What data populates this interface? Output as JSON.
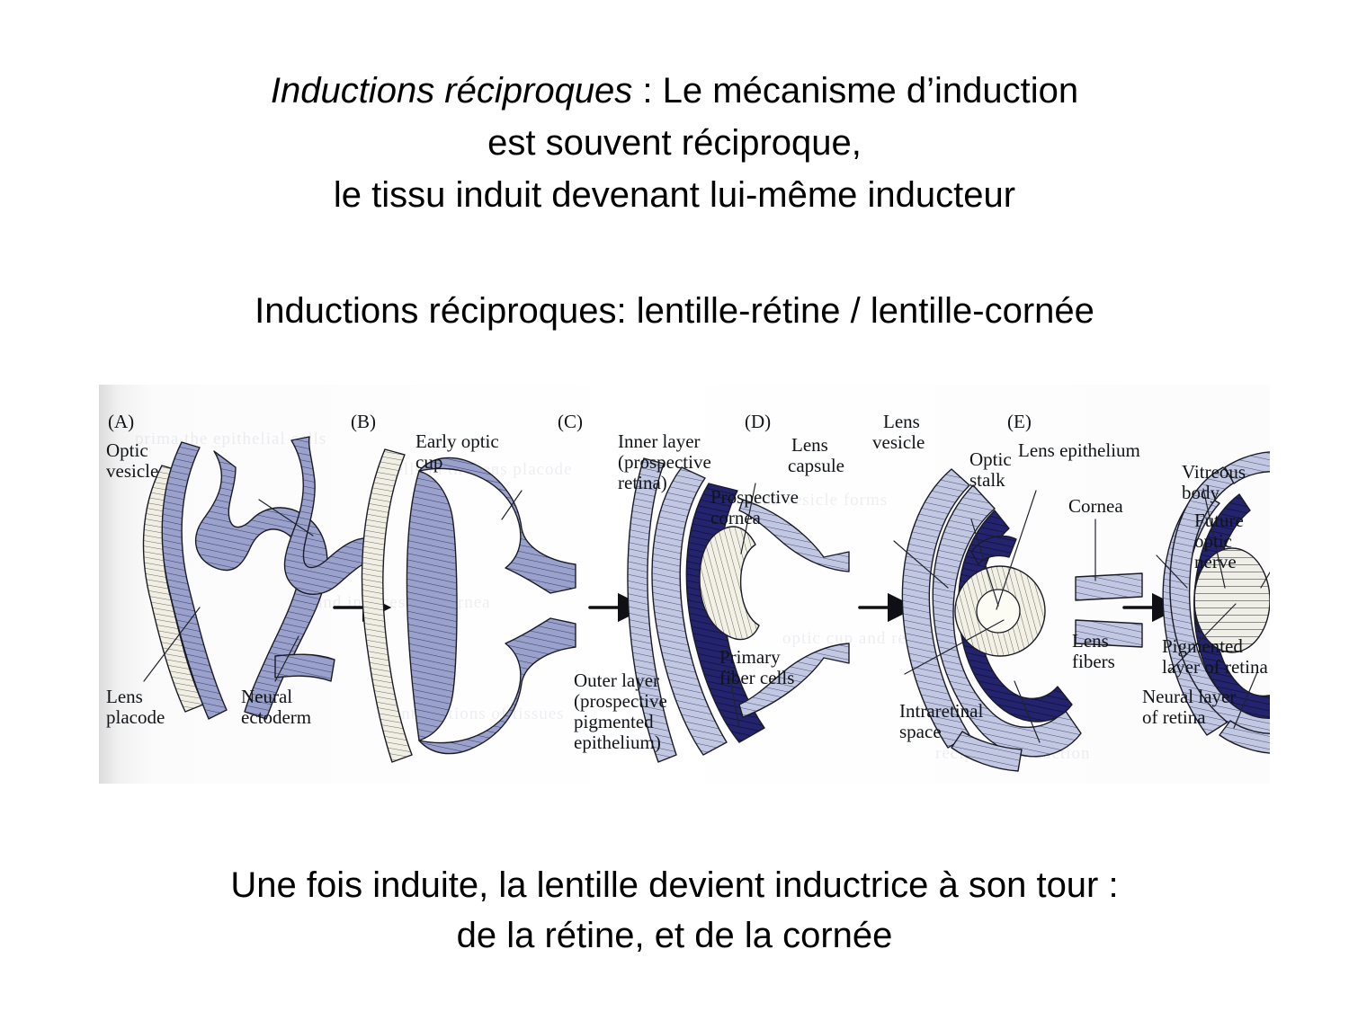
{
  "slide": {
    "background_color": "#ffffff",
    "text_color": "#000000"
  },
  "title": {
    "emphasis": "Inductions réciproques",
    "line1_rest": " : Le mécanisme d’induction",
    "line2": "est souvent réciproque,",
    "line3": "le tissu induit devenant lui-même inducteur"
  },
  "subtitle": {
    "line1": "Inductions réciproques: lentille-rétine / lentille-cornée"
  },
  "bottom": {
    "line1": "Une fois induite, la lentille devient inductrice à son tour :",
    "line2": "de la rétine, et de la cornée"
  },
  "figure": {
    "caption": "",
    "colors": {
      "dark_blue": "#23236e",
      "mid_blue": "#8d96c6",
      "light_blue": "#b9c0dd",
      "pale": "#eceadf",
      "outline": "#1a1a24"
    },
    "panels": [
      {
        "letter": "(A)",
        "labels": [
          {
            "text": "Optic\nvesicle"
          },
          {
            "text": "Lens\nplacode"
          },
          {
            "text": "Neural\nectoderm"
          }
        ]
      },
      {
        "letter": "(B)",
        "labels": [
          {
            "text": "Early optic\ncup"
          }
        ]
      },
      {
        "letter": "(C)",
        "labels": [
          {
            "text": "Inner layer\n(prospective\nretina)"
          },
          {
            "text": "Outer layer\n(prospective\npigmented\nepithelium)"
          }
        ]
      },
      {
        "letter": "(D)",
        "labels": [
          {
            "text": "Lens\ncapsule"
          },
          {
            "text": "Lens\nvesicle"
          },
          {
            "text": "Prospective\ncornea"
          },
          {
            "text": "Optic\nstalk"
          },
          {
            "text": "Primary\nfiber cells"
          },
          {
            "text": "Intraretinal\nspace"
          }
        ]
      },
      {
        "letter": "(E)",
        "labels": [
          {
            "text": "Lens epithelium"
          },
          {
            "text": "Vitreous\nbody"
          },
          {
            "text": "Cornea"
          },
          {
            "text": "Future\noptic\nnerve"
          },
          {
            "text": "Lens\nfibers"
          },
          {
            "text": "Neural layer\nof retina"
          },
          {
            "text": "Pigmented\nlayer of retina"
          }
        ]
      }
    ],
    "labels_flat": {
      "a_letter": "(A)",
      "a_optic_vesicle_l1": "Optic",
      "a_optic_vesicle_l2": "vesicle",
      "a_lens_placode_l1": "Lens",
      "a_lens_placode_l2": "placode",
      "a_neural_ectoderm_l1": "Neural",
      "a_neural_ectoderm_l2": "ectoderm",
      "b_letter": "(B)",
      "b_early_optic_cup_l1": "Early optic",
      "b_early_optic_cup_l2": "cup",
      "c_letter": "(C)",
      "c_inner_layer_l1": "Inner layer",
      "c_inner_layer_l2": "(prospective",
      "c_inner_layer_l3": "retina)",
      "c_outer_layer_l1": "Outer layer",
      "c_outer_layer_l2": "(prospective",
      "c_outer_layer_l3": "pigmented",
      "c_outer_layer_l4": "epithelium)",
      "d_letter": "(D)",
      "d_lens_capsule_l1": "Lens",
      "d_lens_capsule_l2": "capsule",
      "d_lens_vesicle_l1": "Lens",
      "d_lens_vesicle_l2": "vesicle",
      "d_prospective_cornea_l1": "Prospective",
      "d_prospective_cornea_l2": "cornea",
      "d_optic_stalk_l1": "Optic",
      "d_optic_stalk_l2": "stalk",
      "d_primary_fiber_l1": "Primary",
      "d_primary_fiber_l2": "fiber cells",
      "d_intraretinal_l1": "Intraretinal",
      "d_intraretinal_l2": "space",
      "e_letter": "(E)",
      "e_lens_epithelium": "Lens epithelium",
      "e_vitreous_l1": "Vitreous",
      "e_vitreous_l2": "body",
      "e_cornea": "Cornea",
      "e_future_optic_l1": "Future",
      "e_future_optic_l2": "optic",
      "e_future_optic_l3": "nerve",
      "e_lens_fibers_l1": "Lens",
      "e_lens_fibers_l2": "fibers",
      "e_neural_layer_l1": "Neural layer",
      "e_neural_layer_l2": "of retina",
      "e_pigmented_l1": "Pigmented",
      "e_pigmented_l2": "layer of retina"
    },
    "ghost_text": [
      "prima the epithelial cells",
      "cells in the lens placode",
      "the lens vesicle forms",
      "and induces the cornea",
      "optic cup and retina",
      "interactions of tissues",
      "reciprocal induction"
    ]
  }
}
